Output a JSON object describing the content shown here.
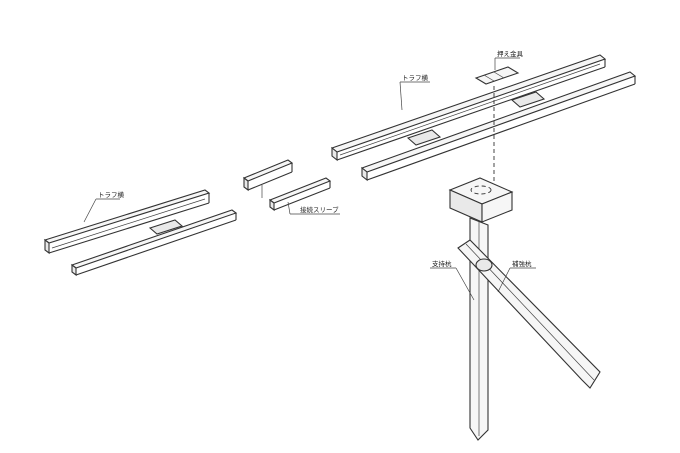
{
  "labels": {
    "trough_left": "トラフ横",
    "connecting_sleeve": "接続スリーブ",
    "trough_right": "トラフ横",
    "retaining_bracket": "押え金具",
    "support_pile": "支持杭",
    "reinforcing_pile": "補強杭"
  }
}
